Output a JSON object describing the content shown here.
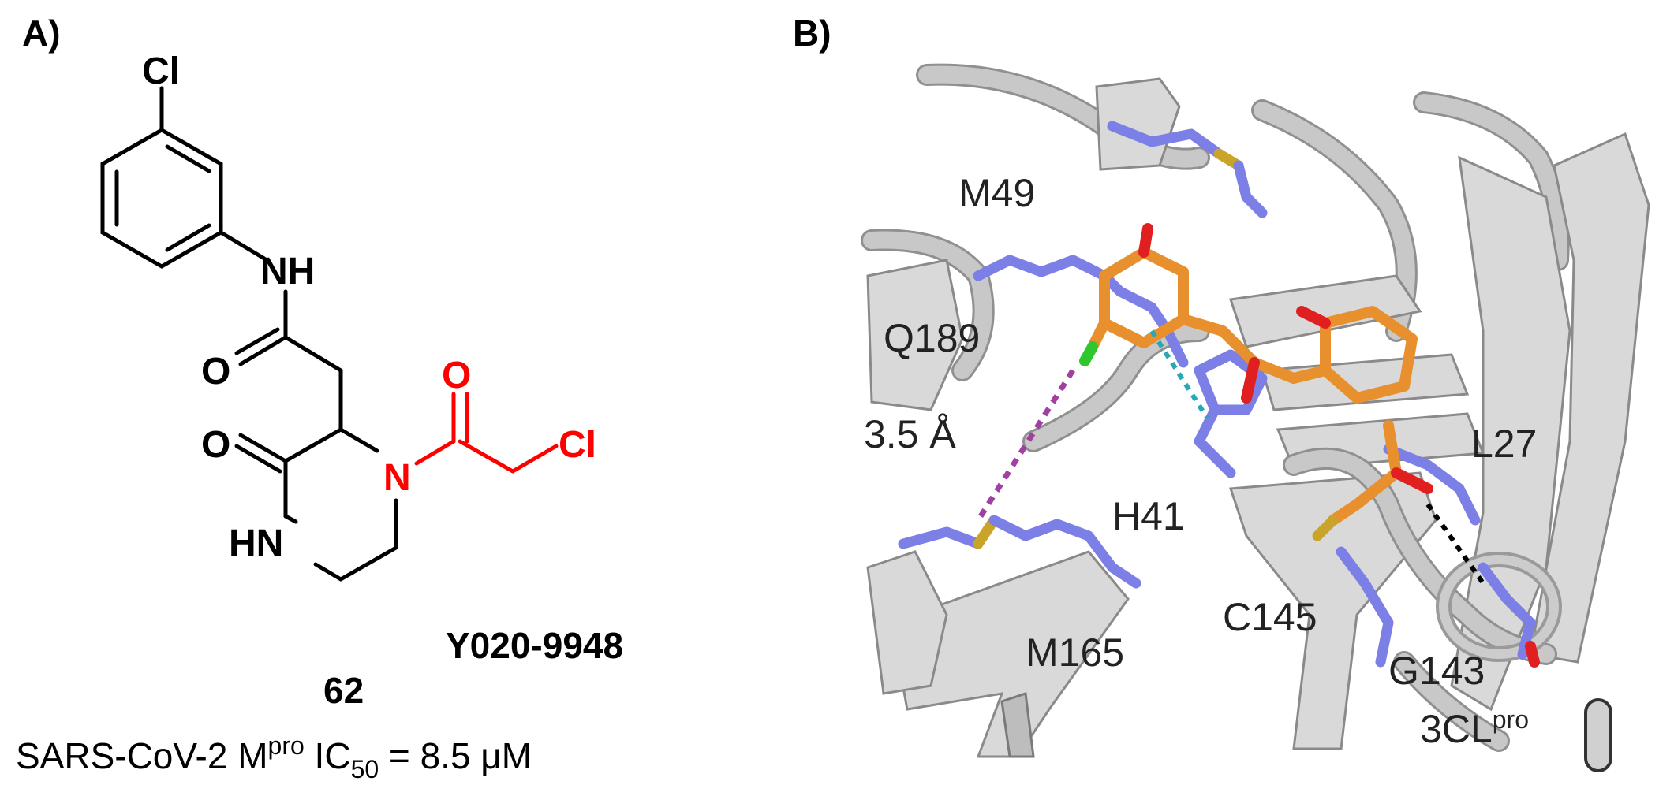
{
  "panel_a": {
    "label": "A)",
    "atoms": {
      "cl_top": "Cl",
      "nh": "NH",
      "o_amide": "O",
      "o_lactam": "O",
      "hn": "HN",
      "n_acyl": "N",
      "o_acyl": "O",
      "cl_acyl": "Cl"
    },
    "compound_id": "Y020-9948",
    "compound_number": "62",
    "caption_prefix": "SARS-CoV-2 M",
    "caption_sup": "pro",
    "caption_ic": " IC",
    "caption_sub": "50",
    "caption_value": " = 8.5 μM",
    "colors": {
      "warhead": "#ff0000",
      "scaffold": "#000000"
    }
  },
  "panel_b": {
    "label": "B)",
    "residues": {
      "m49": "M49",
      "q189": "Q189",
      "distance": "3.5 Å",
      "h41": "H41",
      "l27": "L27",
      "c145": "C145",
      "m165": "M165",
      "g143": "G143"
    },
    "protein_prefix": "3CL",
    "protein_sup": "pro",
    "colors": {
      "ligand": "#e8902e",
      "residue_carbon": "#7b7fe6",
      "oxygen": "#e02020",
      "sulfur": "#c9a32a",
      "chlorine": "#2ec82e",
      "ribbon": "#d9d9d9",
      "halogen_bond": "#a040a0",
      "pi_contact": "#2aa7b5",
      "h_bond": "#000000"
    }
  }
}
